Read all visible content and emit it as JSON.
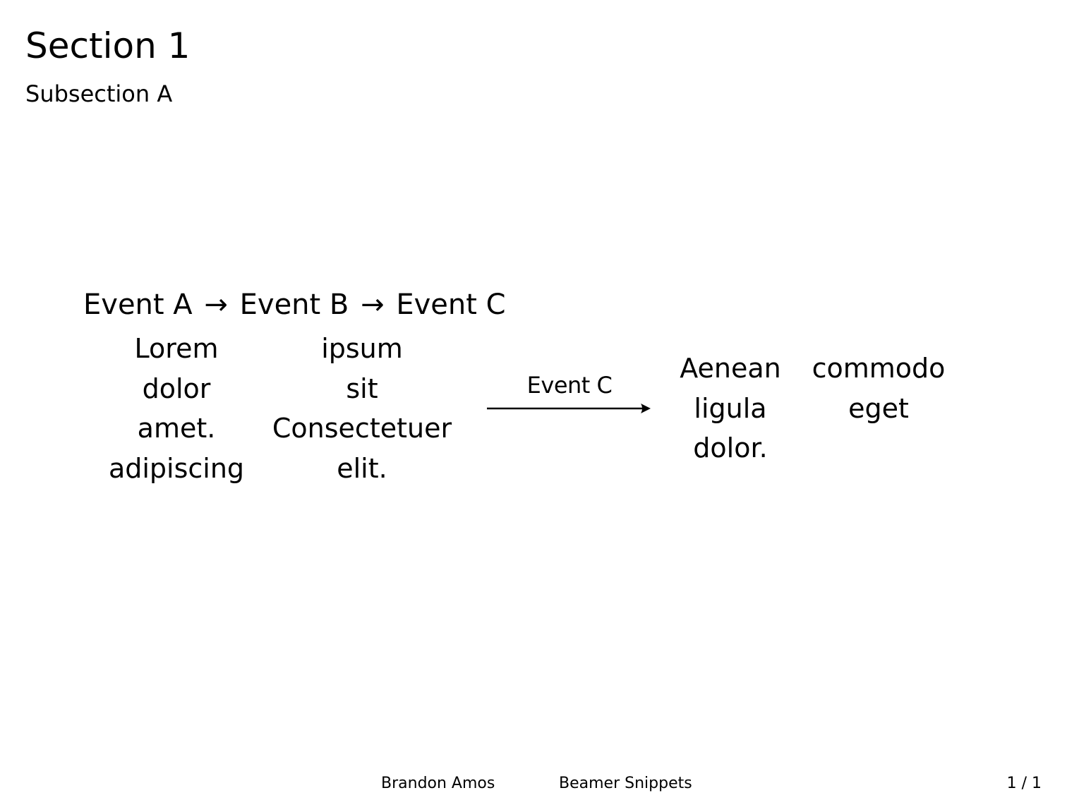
{
  "slide": {
    "title": "Section 1",
    "subtitle": "Subsection A"
  },
  "chain": {
    "events": [
      "Event A",
      "Event B",
      "Event C"
    ],
    "arrow_symbol": "→"
  },
  "columns": {
    "left_1": [
      "Lorem",
      "dolor",
      "amet.",
      "adipiscing"
    ],
    "left_2": [
      "ipsum",
      "sit",
      "Consectetuer",
      "elit."
    ],
    "right_1": [
      "Aenean",
      "ligula",
      "dolor."
    ],
    "right_2": [
      "commodo",
      "eget"
    ]
  },
  "transition": {
    "label": "Event C"
  },
  "footer": {
    "author": "Brandon Amos",
    "title": "Beamer Snippets",
    "page": "1 / 1"
  }
}
